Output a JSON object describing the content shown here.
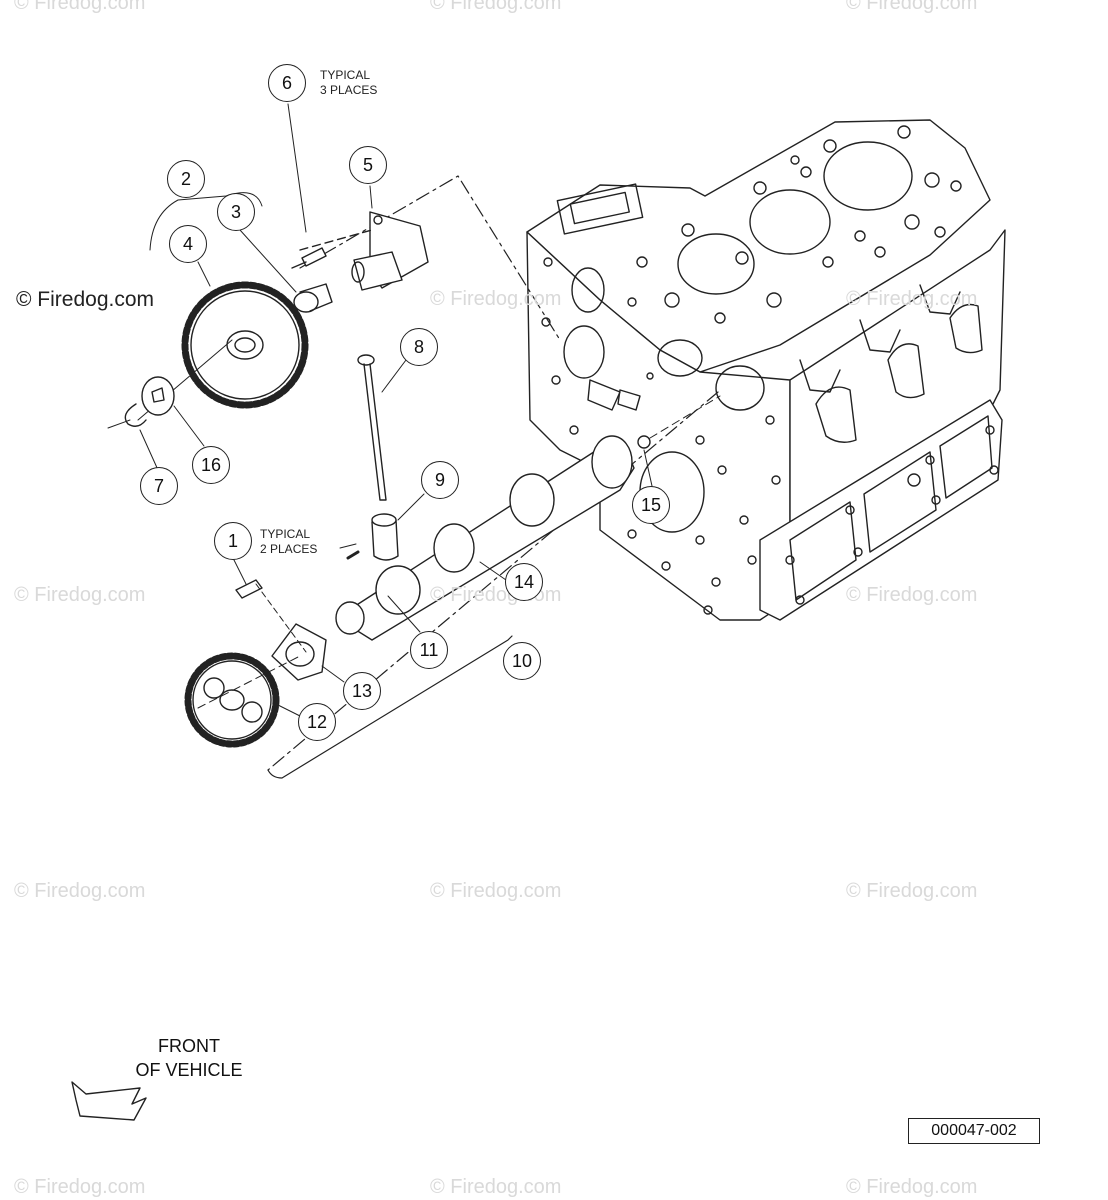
{
  "watermark": {
    "text": "© Firedog.com",
    "prominent_text": "© Firedog.com"
  },
  "callouts": [
    {
      "id": "c1",
      "label": "1"
    },
    {
      "id": "c2",
      "label": "2"
    },
    {
      "id": "c3",
      "label": "3"
    },
    {
      "id": "c4",
      "label": "4"
    },
    {
      "id": "c5",
      "label": "5"
    },
    {
      "id": "c6",
      "label": "6"
    },
    {
      "id": "c7",
      "label": "7"
    },
    {
      "id": "c8",
      "label": "8"
    },
    {
      "id": "c9",
      "label": "9"
    },
    {
      "id": "c10",
      "label": "10"
    },
    {
      "id": "c11",
      "label": "11"
    },
    {
      "id": "c12",
      "label": "12"
    },
    {
      "id": "c13",
      "label": "13"
    },
    {
      "id": "c14",
      "label": "14"
    },
    {
      "id": "c15",
      "label": "15"
    },
    {
      "id": "c16",
      "label": "16"
    }
  ],
  "notes": {
    "typical_3": "TYPICAL\n3 PLACES",
    "typical_2": "TYPICAL\n2 PLACES"
  },
  "front_label": "FRONT\nOF VEHICLE",
  "drawing_number": "000047-002",
  "colors": {
    "line": "#222222",
    "watermark": "#d9d9d9"
  }
}
